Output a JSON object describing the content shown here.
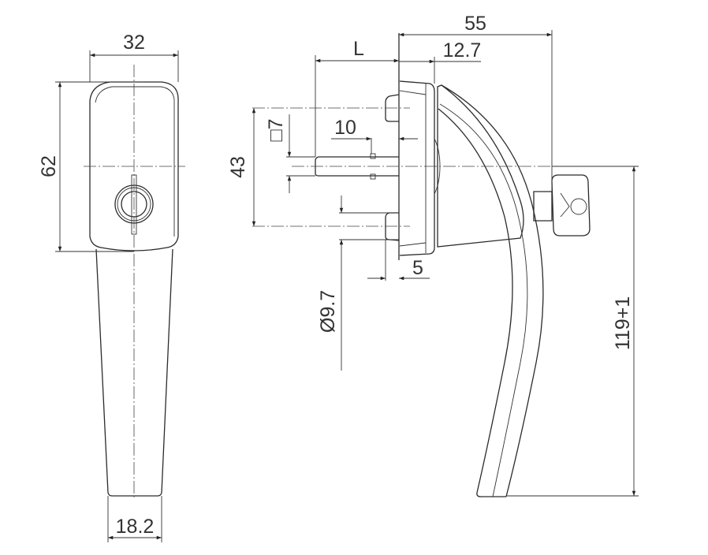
{
  "drawing": {
    "subject": "Window handle with key lock — front and side views",
    "front_view": {
      "dimensions": {
        "width": "32",
        "height": "62",
        "bottom_width": "18.2"
      }
    },
    "side_view": {
      "dimensions": {
        "spindle_length": "L",
        "overall_depth": "55",
        "rose_depth": "12.7",
        "spindle_square": "□7",
        "spindle_pin_offset": "10",
        "screw_spacing": "43",
        "screw_boss_diameter": "Ø9.7",
        "boss_length": "5",
        "handle_length": "119+1"
      }
    },
    "colors": {
      "line": "#2b2b2b",
      "background": "#ffffff"
    }
  }
}
